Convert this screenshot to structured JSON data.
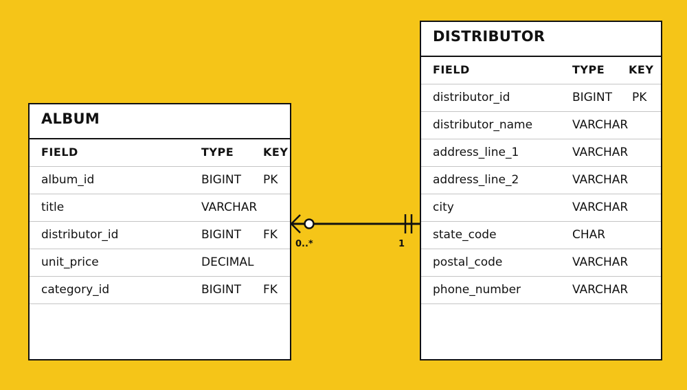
{
  "colors": {
    "background": "#F5C518",
    "table_fill": "#FFFFFF",
    "border": "#111111",
    "row_divider": "#C4C4C4"
  },
  "entities": {
    "album": {
      "title": "ALBUM",
      "headers": {
        "field": "FIELD",
        "type": "TYPE",
        "key": "KEY"
      },
      "rows": [
        {
          "field": "album_id",
          "type": "BIGINT",
          "key": "PK"
        },
        {
          "field": "title",
          "type": "VARCHAR",
          "key": ""
        },
        {
          "field": "distributor_id",
          "type": "BIGINT",
          "key": "FK"
        },
        {
          "field": "unit_price",
          "type": "DECIMAL",
          "key": ""
        },
        {
          "field": "category_id",
          "type": "BIGINT",
          "key": "FK"
        }
      ]
    },
    "distributor": {
      "title": "DISTRIBUTOR",
      "headers": {
        "field": "FIELD",
        "type": "TYPE",
        "key": "KEY"
      },
      "rows": [
        {
          "field": "distributor_id",
          "type": "BIGINT",
          "key": "PK"
        },
        {
          "field": "distributor_name",
          "type": "VARCHAR",
          "key": ""
        },
        {
          "field": "address_line_1",
          "type": "VARCHAR",
          "key": ""
        },
        {
          "field": "address_line_2",
          "type": "VARCHAR",
          "key": ""
        },
        {
          "field": "city",
          "type": "VARCHAR",
          "key": ""
        },
        {
          "field": "state_code",
          "type": "CHAR",
          "key": ""
        },
        {
          "field": "postal_code",
          "type": "VARCHAR",
          "key": ""
        },
        {
          "field": "phone_number",
          "type": "VARCHAR",
          "key": ""
        }
      ]
    }
  },
  "relationship": {
    "from": "album",
    "to": "distributor",
    "from_cardinality": "0..*",
    "to_cardinality": "1",
    "from_notation": "zero-or-many",
    "to_notation": "exactly-one"
  }
}
